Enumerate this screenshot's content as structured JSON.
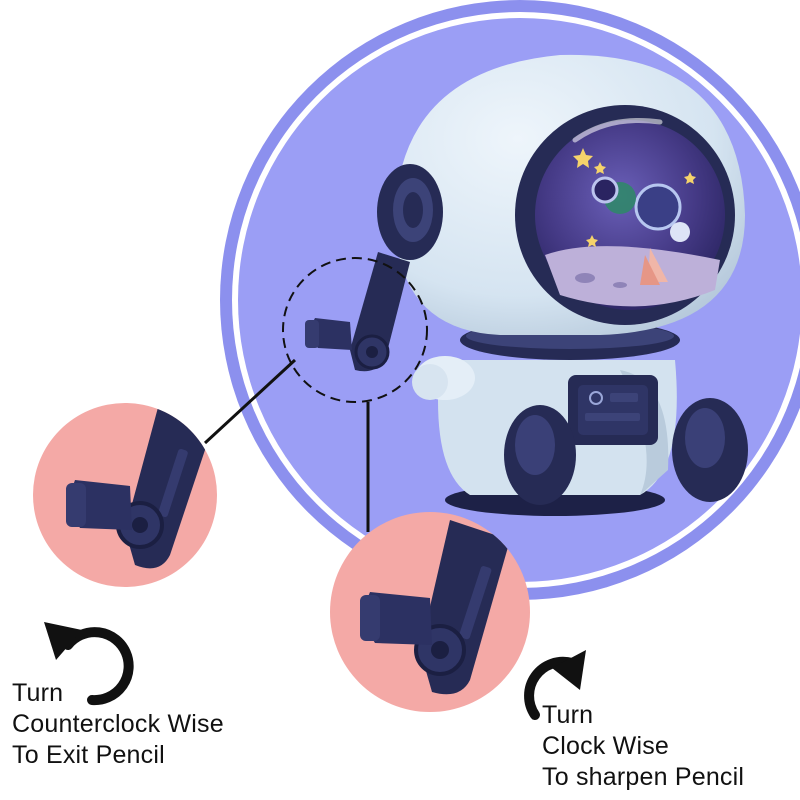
{
  "palette": {
    "background": "#ffffff",
    "backdrop_circle": "#9b9ef5",
    "backdrop_ring": "#8c90ee",
    "zoom_circle": "#f4a9a6",
    "body": "#dbe8f3",
    "body_shadow": "#b9cbdc",
    "navy": "#262b55",
    "visor": "#453a86",
    "text": "#111111"
  },
  "icons": {
    "left": "rotate-counterclockwise-icon",
    "right": "rotate-clockwise-icon"
  },
  "captions": {
    "left": {
      "line1": "Turn",
      "line2": "Counterclock Wise",
      "line3": "To Exit Pencil"
    },
    "right": {
      "line1": "Turn",
      "line2": "Clock Wise",
      "line3": "To sharpen Pencil"
    }
  }
}
